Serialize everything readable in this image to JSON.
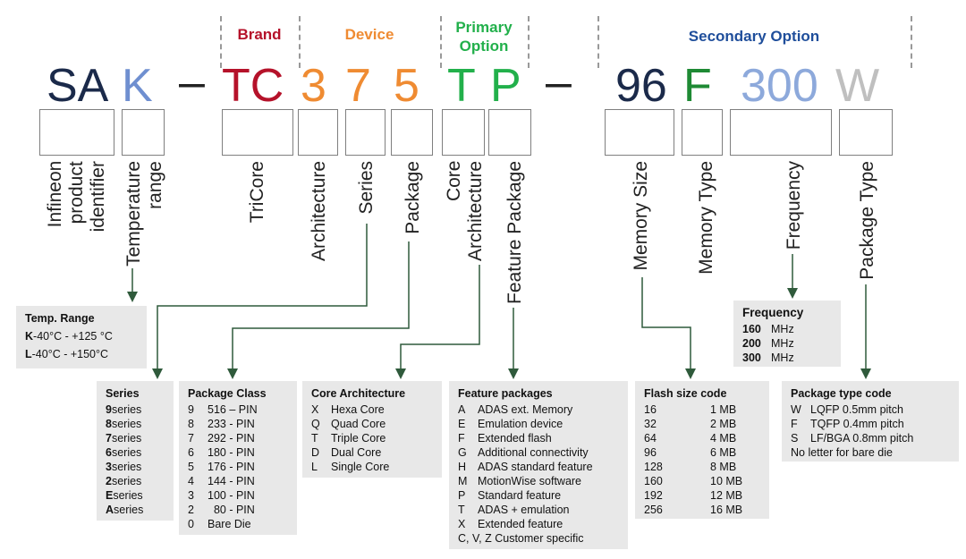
{
  "headers": {
    "brand": "Brand",
    "device": "Device",
    "primary": "Primary\nOption",
    "secondary": "Secondary Option"
  },
  "colors": {
    "brand": "#b5122a",
    "device": "#ef8b32",
    "primary": "#22b04b",
    "secondary": "#1f4e9b",
    "sa": "#1b2a4a",
    "k": "#6f8fd0",
    "tc": "#b5122a",
    "num": "#ef8b32",
    "tp": "#22b04b",
    "n96": "#1b2a4a",
    "f": "#1e8a34",
    "n300": "#8da9db",
    "w": "#bfbfbf"
  },
  "code": {
    "sa": "SA",
    "k": "K",
    "dash1": "–",
    "tc": "TC",
    "d3": "3",
    "d7": "7",
    "d5": "5",
    "t": "T",
    "p": "P",
    "dash2": "–",
    "n96": "96",
    "f": "F",
    "n300": "300",
    "w": "W"
  },
  "labels": {
    "infineon": "Infineon\nproduct\nidentifier",
    "temperature": "Temperature\nrange",
    "tricore": "TriCore",
    "architecture": "Architecture",
    "series": "Series",
    "package": "Package",
    "core_arch": "Core\nArchitecture",
    "feature_package": "Feature Package",
    "memory_size": "Memory Size",
    "memory_type": "Memory Type",
    "frequency": "Frequency",
    "package_type": "Package Type"
  },
  "temp": {
    "title": "Temp. Range",
    "rows": [
      {
        "code": "K",
        "text": " -40°C - +125 °C"
      },
      {
        "code": "L",
        "text": " -40°C - +150°C"
      }
    ]
  },
  "series": {
    "title": "Series",
    "rows": [
      {
        "code": "9",
        "text": " series"
      },
      {
        "code": "8",
        "text": " series"
      },
      {
        "code": "7",
        "text": " series"
      },
      {
        "code": "6",
        "text": " series"
      },
      {
        "code": "3",
        "text": " series"
      },
      {
        "code": "2",
        "text": " series"
      },
      {
        "code": "E",
        "text": " series"
      },
      {
        "code": "A",
        "text": " series"
      }
    ]
  },
  "package_class": {
    "title": "Package Class",
    "rows": [
      {
        "code": "9",
        "text": "516 – PIN"
      },
      {
        "code": "8",
        "text": "233 - PIN"
      },
      {
        "code": "7",
        "text": "292 - PIN"
      },
      {
        "code": "6",
        "text": "180 - PIN"
      },
      {
        "code": "5",
        "text": "176 - PIN"
      },
      {
        "code": "4",
        "text": "144 - PIN"
      },
      {
        "code": "3",
        "text": "100 - PIN"
      },
      {
        "code": "2",
        "text": "  80 - PIN"
      },
      {
        "code": "0",
        "text": "Bare Die"
      }
    ]
  },
  "core_architecture": {
    "title": "Core Architecture",
    "rows": [
      {
        "code": "X",
        "text": "Hexa Core"
      },
      {
        "code": "Q",
        "text": "Quad Core"
      },
      {
        "code": "T",
        "text": "Triple Core"
      },
      {
        "code": "D",
        "text": "Dual Core"
      },
      {
        "code": "L",
        "text": "Single Core"
      }
    ]
  },
  "feature_packages": {
    "title": "Feature packages",
    "rows": [
      {
        "code": "A",
        "text": "ADAS ext. Memory"
      },
      {
        "code": "E",
        "text": "Emulation device"
      },
      {
        "code": "F",
        "text": "Extended flash"
      },
      {
        "code": "G",
        "text": "Additional connectivity"
      },
      {
        "code": "H",
        "text": "ADAS standard feature"
      },
      {
        "code": "M",
        "text": "MotionWise software"
      },
      {
        "code": "P",
        "text": "Standard feature"
      },
      {
        "code": "T",
        "text": "ADAS + emulation"
      },
      {
        "code": "X",
        "text": "Extended feature"
      }
    ],
    "footer": "C, V, Z Customer specific"
  },
  "flash": {
    "title": "Flash size code",
    "rows": [
      {
        "code": "16",
        "text": "1 MB"
      },
      {
        "code": "32",
        "text": "2 MB"
      },
      {
        "code": "64",
        "text": "4 MB"
      },
      {
        "code": "96",
        "text": "6 MB"
      },
      {
        "code": "128",
        "text": "8 MB"
      },
      {
        "code": "160",
        "text": "10 MB"
      },
      {
        "code": "192",
        "text": "12 MB"
      },
      {
        "code": "256",
        "text": "16 MB"
      }
    ]
  },
  "frequency": {
    "title": "Frequency",
    "rows": [
      {
        "code": "160",
        "text": "MHz"
      },
      {
        "code": "200",
        "text": "MHz"
      },
      {
        "code": "300",
        "text": "MHz"
      }
    ]
  },
  "package_type": {
    "title": "Package type code",
    "rows": [
      {
        "code": "W",
        "text": "LQFP 0.5mm pitch"
      },
      {
        "code": "F",
        "text": "TQFP 0.4mm pitch"
      },
      {
        "code": "S",
        "text": "LF/BGA 0.8mm pitch"
      }
    ],
    "footer": "No letter for bare die"
  }
}
